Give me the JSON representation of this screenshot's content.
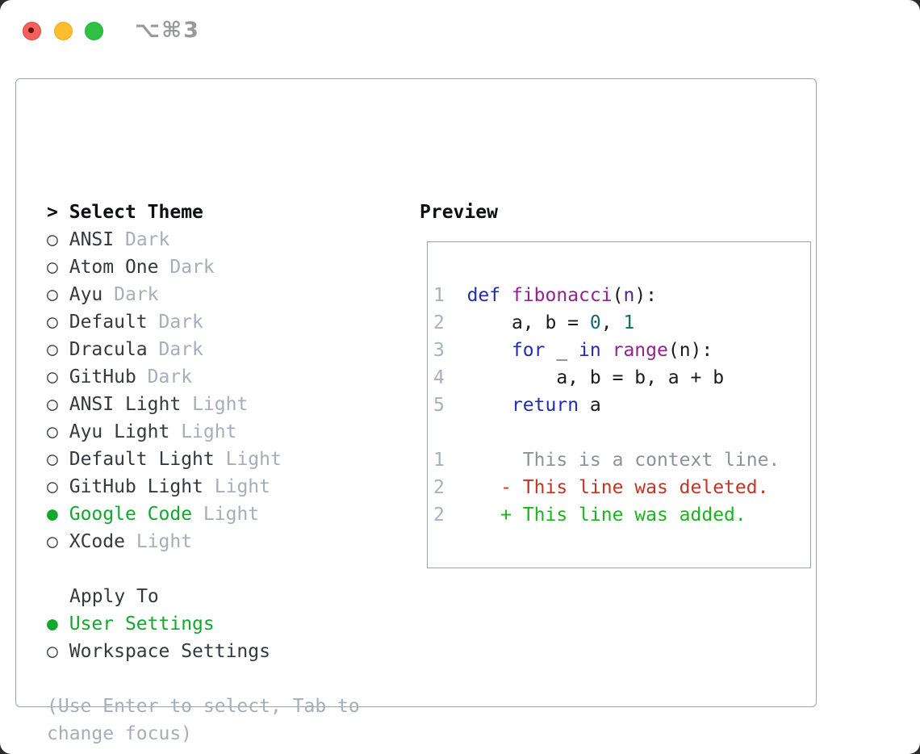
{
  "window": {
    "shortcut": "⌥⌘3",
    "traffic_lights": [
      "close",
      "minimize",
      "zoom"
    ]
  },
  "icons": {
    "radio_unselected": "○",
    "radio_selected": "●",
    "focus_arrow": ">"
  },
  "colors": {
    "selected_green": "#12a82e",
    "added_green": "#18b51e",
    "deleted_red": "#c43423",
    "keyword_blue": "#202db2",
    "function_purple": "#95218f",
    "number_teal": "#0f6e67",
    "muted_gray": "#a5aeb9",
    "panel_border": "#9aa2ad",
    "traffic_red": "#f4605a",
    "traffic_yellow": "#fbbc2e",
    "traffic_green": "#2ec144"
  },
  "theme_picker": {
    "header_arrow": ">",
    "header": "Select Theme",
    "themes": [
      {
        "name": "ANSI",
        "variant": "Dark",
        "selected": false
      },
      {
        "name": "Atom One",
        "variant": "Dark",
        "selected": false
      },
      {
        "name": "Ayu",
        "variant": "Dark",
        "selected": false
      },
      {
        "name": "Default",
        "variant": "Dark",
        "selected": false
      },
      {
        "name": "Dracula",
        "variant": "Dark",
        "selected": false
      },
      {
        "name": "GitHub",
        "variant": "Dark",
        "selected": false
      },
      {
        "name": "ANSI Light",
        "variant": "Light",
        "selected": false
      },
      {
        "name": "Ayu Light",
        "variant": "Light",
        "selected": false
      },
      {
        "name": "Default Light",
        "variant": "Light",
        "selected": false
      },
      {
        "name": "GitHub Light",
        "variant": "Light",
        "selected": false
      },
      {
        "name": "Google Code",
        "variant": "Light",
        "selected": true
      },
      {
        "name": "XCode",
        "variant": "Light",
        "selected": false
      }
    ]
  },
  "apply_to": {
    "header": "Apply To",
    "options": [
      {
        "label": "User Settings",
        "selected": true
      },
      {
        "label": "Workspace Settings",
        "selected": false
      }
    ]
  },
  "hint": "(Use Enter to select, Tab to change focus)",
  "preview": {
    "label": "Preview",
    "code_lines": [
      {
        "num": "1",
        "tokens": [
          [
            "kw",
            "def"
          ],
          [
            "pln",
            " "
          ],
          [
            "fn",
            "fibonacci"
          ],
          [
            "pln",
            "("
          ],
          [
            "param",
            "n"
          ],
          [
            "pln",
            "):"
          ]
        ]
      },
      {
        "num": "2",
        "tokens": [
          [
            "pln",
            "    a, b = "
          ],
          [
            "lit",
            "0"
          ],
          [
            "pln",
            ", "
          ],
          [
            "lit",
            "1"
          ]
        ]
      },
      {
        "num": "3",
        "tokens": [
          [
            "pln",
            "    "
          ],
          [
            "kw",
            "for"
          ],
          [
            "pln",
            " _ "
          ],
          [
            "kw",
            "in"
          ],
          [
            "pln",
            " "
          ],
          [
            "fn",
            "range"
          ],
          [
            "pln",
            "(n):"
          ]
        ]
      },
      {
        "num": "4",
        "tokens": [
          [
            "pln",
            "        a, b = b, a + b"
          ]
        ]
      },
      {
        "num": "5",
        "tokens": [
          [
            "pln",
            "    "
          ],
          [
            "kw",
            "return"
          ],
          [
            "pln",
            " a"
          ]
        ]
      }
    ],
    "diff_lines": [
      {
        "num": "1",
        "type": "ctx",
        "text": "     This is a context line."
      },
      {
        "num": "2",
        "type": "del",
        "text": "   - This line was deleted."
      },
      {
        "num": "2",
        "type": "add",
        "text": "   + This line was added."
      }
    ]
  }
}
